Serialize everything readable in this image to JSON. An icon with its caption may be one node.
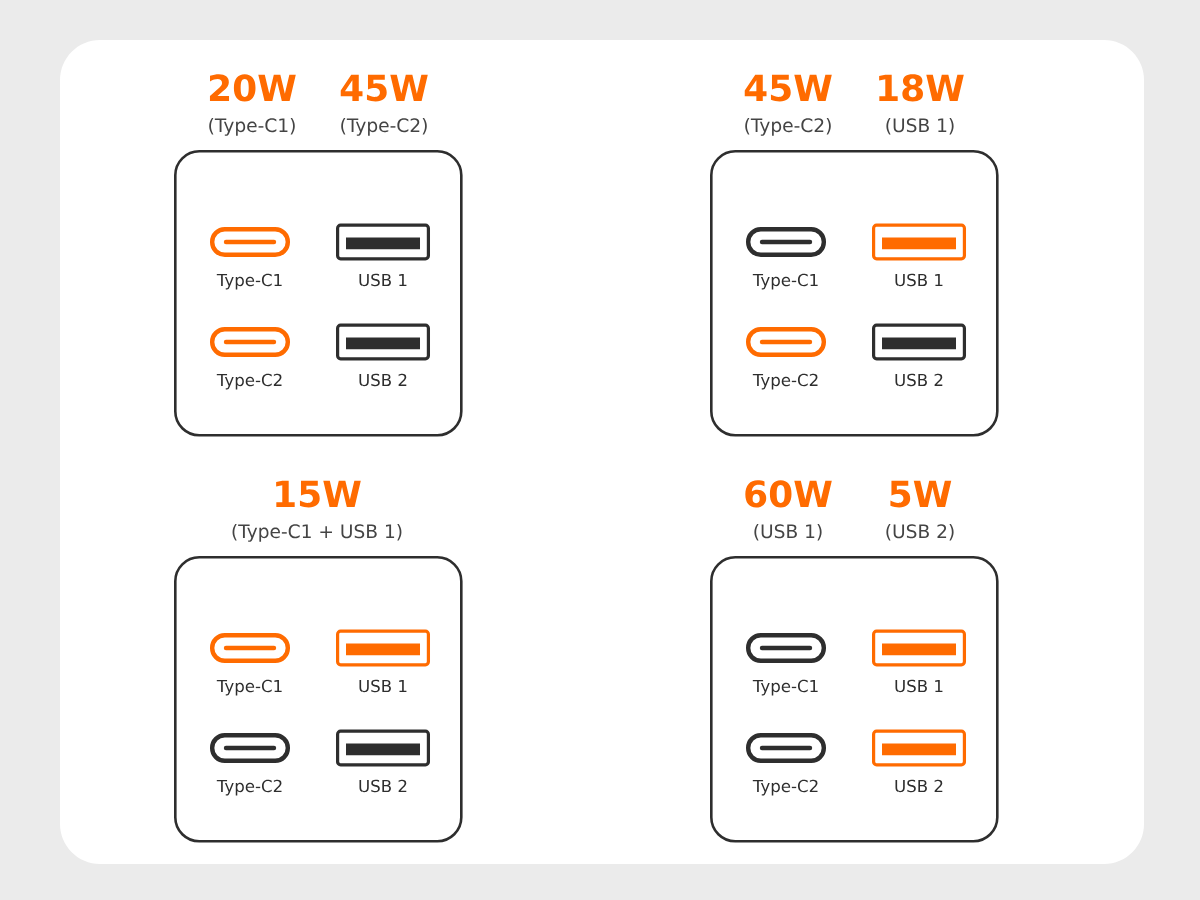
{
  "diagram": {
    "nodes": [
      {
        "text": [
          "20W",
          "(Type-C1)",
          "45W",
          "(Type-C2)"
        ]
      },
      {
        "text": [
          "Type-C1"
        ],
        "in": 0
      },
      {
        "text": [
          "USB 1"
        ],
        "in": 0
      },
      {
        "text": [
          "Type-C2"
        ],
        "in": 0
      },
      {
        "text": [
          "USB 2"
        ],
        "in": 0
      },
      {
        "text": [
          "45W",
          "(Type-C2)",
          "18W",
          "(USB 1)"
        ]
      },
      {
        "text": [
          "Type-C1"
        ],
        "in": 5
      },
      {
        "text": [
          "USB 1"
        ],
        "in": 5
      },
      {
        "text": [
          "Type-C2"
        ],
        "in": 5
      },
      {
        "text": [
          "USB 2"
        ],
        "in": 5
      },
      {
        "text": [
          "15W",
          "(Type-C1 + USB 1)"
        ]
      },
      {
        "text": [
          "Type-C1"
        ],
        "in": 10
      },
      {
        "text": [
          "USB 1"
        ],
        "in": 10
      },
      {
        "text": [
          "Type-C2"
        ],
        "in": 10
      },
      {
        "text": [
          "USB 2"
        ],
        "in": 10
      },
      {
        "text": [
          "60W",
          "(USB 1)",
          "5W",
          "(USB 2)"
        ]
      },
      {
        "text": [
          "Type-C1"
        ],
        "in": 15
      },
      {
        "text": [
          "USB 1"
        ],
        "in": 15
      },
      {
        "text": [
          "Type-C2"
        ],
        "in": 15
      },
      {
        "text": [
          "USB 2"
        ],
        "in": 15
      }
    ]
  }
}
